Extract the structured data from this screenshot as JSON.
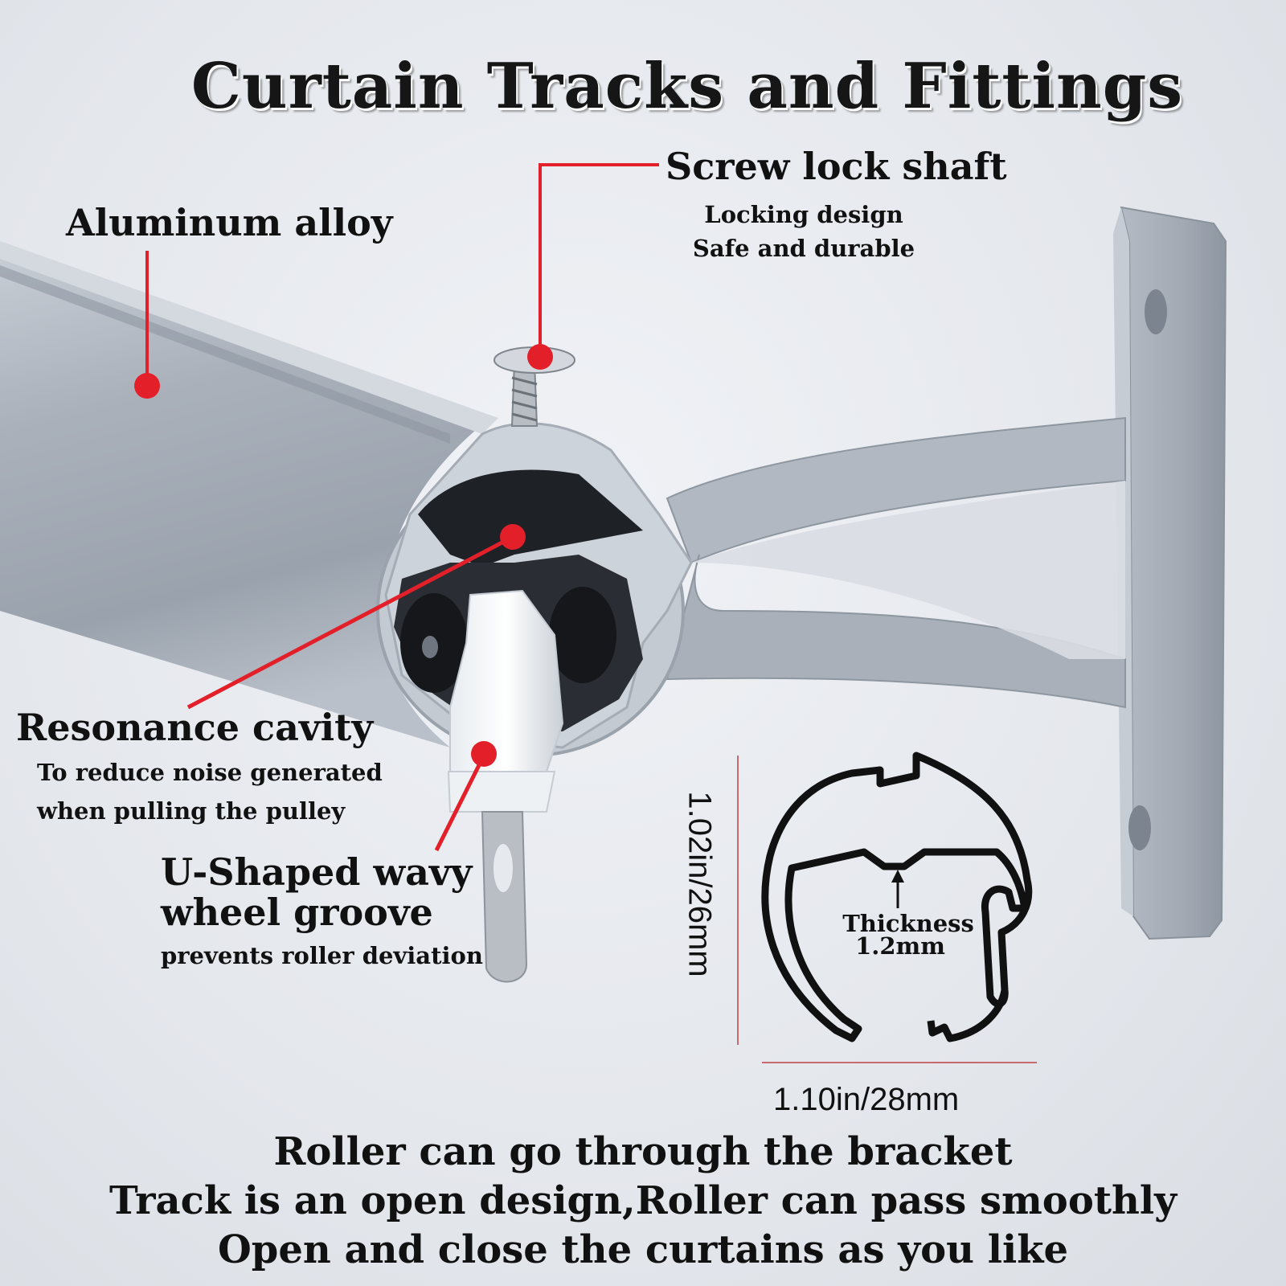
{
  "title": "Curtain Tracks and Fittings",
  "callouts": {
    "aluminum": {
      "label": "Aluminum alloy"
    },
    "screw": {
      "label": "Screw lock shaft",
      "line1": "Locking design",
      "line2": "Safe and durable"
    },
    "resonance": {
      "label": "Resonance cavity",
      "line1": "To reduce noise generated",
      "line2": "when pulling the pulley"
    },
    "groove": {
      "label1": "U-Shaped wavy",
      "label2": "wheel groove",
      "line1": "prevents roller deviation"
    }
  },
  "profile": {
    "height": "1.02in/26mm",
    "width": "1.10in/28mm",
    "thickness_label": "Thickness",
    "thickness_value": "1.2mm"
  },
  "features": [
    "Roller can go through the bracket",
    "Track is an open design,Roller can pass smoothly",
    "Open and close the curtains as you like"
  ],
  "colors": {
    "accent": "#e3202a",
    "metal": "#a9b0ba",
    "background": "#e6e9ee",
    "profile_stroke": "#111111"
  }
}
